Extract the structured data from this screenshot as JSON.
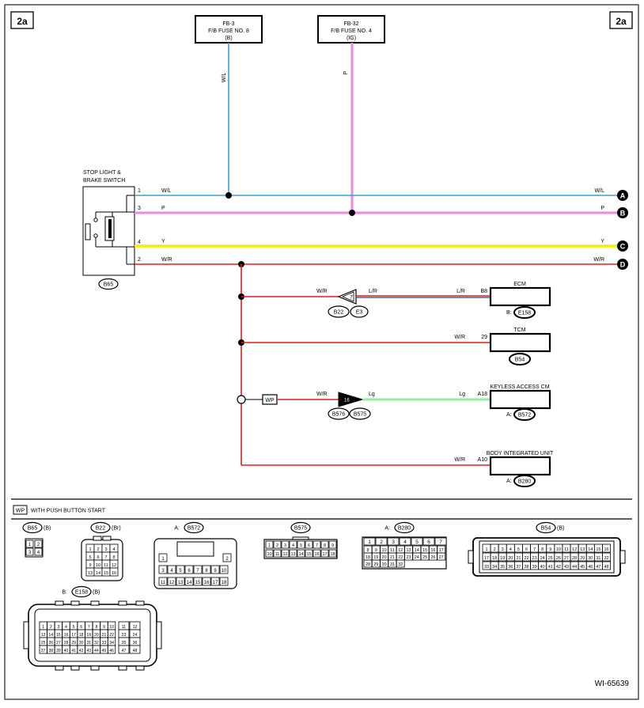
{
  "page": {
    "id": "2a",
    "figure_id": "WI-65639"
  },
  "colors": {
    "wire_wl": "#3e9fdc",
    "wire_p": "#f08ad8",
    "wire_y": "#f4f000",
    "wire_wr": "#e02020",
    "wire_lr": "#3a64a8",
    "wire_lg": "#9be8a6"
  },
  "fuses": [
    {
      "l1": "FB-3",
      "l2": "F/B FUSE NO. 8",
      "l3": "(B)",
      "wire": "W/L"
    },
    {
      "l1": "FB-32",
      "l2": "F/B FUSE NO. 4",
      "l3": "(IG)",
      "wire": "P"
    }
  ],
  "switch": {
    "title1": "STOP LIGHT &",
    "title2": "BRAKE SWITCH",
    "connector": "B65",
    "pins": [
      "1",
      "3",
      "4",
      "2"
    ]
  },
  "wires": [
    {
      "color": "W/L",
      "terminal": "A"
    },
    {
      "color": "P",
      "terminal": "B"
    },
    {
      "color": "Y",
      "terminal": "C"
    },
    {
      "color": "W/R",
      "terminal": "D"
    }
  ],
  "modules": [
    {
      "name": "ECM",
      "wire_left": "W/R",
      "wire_right": "L/R",
      "wire_mid": "L/R",
      "pin": "B8",
      "prefix": "B:",
      "connector": "E158",
      "joint": [
        "B22",
        "E3"
      ]
    },
    {
      "name": "TCM",
      "wire": "W/R",
      "pin": "29",
      "connector": "B54"
    },
    {
      "name": "KEYLESS ACCESS CM",
      "wire_left": "W/R",
      "wire_right": "Lg",
      "wire_mid": "Lg",
      "pin": "A18",
      "prefix": "A:",
      "connector": "B572",
      "joint": [
        "B576",
        "B575"
      ],
      "option": "WP"
    },
    {
      "name": "BODY INTEGRATED UNIT",
      "wire": "W/R",
      "pin": "A10",
      "prefix": "A:",
      "connector": "B280"
    }
  ],
  "legend": {
    "box": "WP",
    "text": ": WITH PUSH BUTTON START"
  },
  "connector_views": {
    "b65": {
      "label": "B65",
      "suffix": "(B)",
      "pins": [
        "1",
        "2",
        "3",
        "4"
      ]
    },
    "b22": {
      "label": "B22",
      "suffix": "(Br)",
      "pins": [
        "1",
        "2",
        "3",
        "4",
        "5",
        "6",
        "7",
        "8",
        "9",
        "10",
        "11",
        "12",
        "13",
        "14",
        "15",
        "16"
      ]
    },
    "b572": {
      "label": "B572",
      "prefix": "A:",
      "pins": [
        "1",
        "2",
        "3",
        "4",
        "5",
        "6",
        "7",
        "8",
        "9",
        "10",
        "11",
        "12",
        "13",
        "14",
        "15",
        "16",
        "17",
        "18"
      ]
    },
    "b575": {
      "label": "B575",
      "pins": [
        "1",
        "2",
        "3",
        "4",
        "5",
        "6",
        "7",
        "8",
        "9",
        "10",
        "11",
        "12",
        "13",
        "14",
        "15",
        "16",
        "17",
        "18"
      ]
    },
    "b280": {
      "label": "B280",
      "prefix": "A:",
      "pins": [
        "1",
        "2",
        "3",
        "4",
        "5",
        "6",
        "7",
        "8",
        "9",
        "10",
        "11",
        "12",
        "13",
        "14",
        "15",
        "16",
        "17",
        "18",
        "19",
        "20",
        "21",
        "22",
        "23",
        "24",
        "25",
        "26",
        "27",
        "28",
        "29",
        "30",
        "31",
        "32"
      ]
    },
    "b54": {
      "label": "B54",
      "suffix": "(B)",
      "pins": [
        "1",
        "2",
        "3",
        "4",
        "5",
        "6",
        "7",
        "8",
        "9",
        "10",
        "11",
        "12",
        "13",
        "14",
        "15",
        "16",
        "17",
        "18",
        "19",
        "20",
        "21",
        "22",
        "23",
        "24",
        "25",
        "26",
        "27",
        "28",
        "29",
        "30",
        "31",
        "32",
        "33",
        "34",
        "35",
        "36",
        "37",
        "38",
        "39",
        "40",
        "41",
        "42",
        "43",
        "44",
        "45",
        "46",
        "47",
        "48"
      ]
    },
    "e158": {
      "label": "E158",
      "prefix": "B:",
      "suffix": "(B)",
      "pins": [
        "1",
        "2",
        "3",
        "4",
        "5",
        "6",
        "7",
        "8",
        "9",
        "10",
        "11",
        "12",
        "13",
        "14",
        "15",
        "16",
        "17",
        "18",
        "19",
        "20",
        "21",
        "22",
        "23",
        "24",
        "25",
        "26",
        "27",
        "28",
        "29",
        "30",
        "31",
        "32",
        "33",
        "34",
        "35",
        "36",
        "37",
        "38",
        "39",
        "40",
        "41",
        "42",
        "43",
        "44",
        "45",
        "46",
        "47",
        "48"
      ]
    }
  }
}
